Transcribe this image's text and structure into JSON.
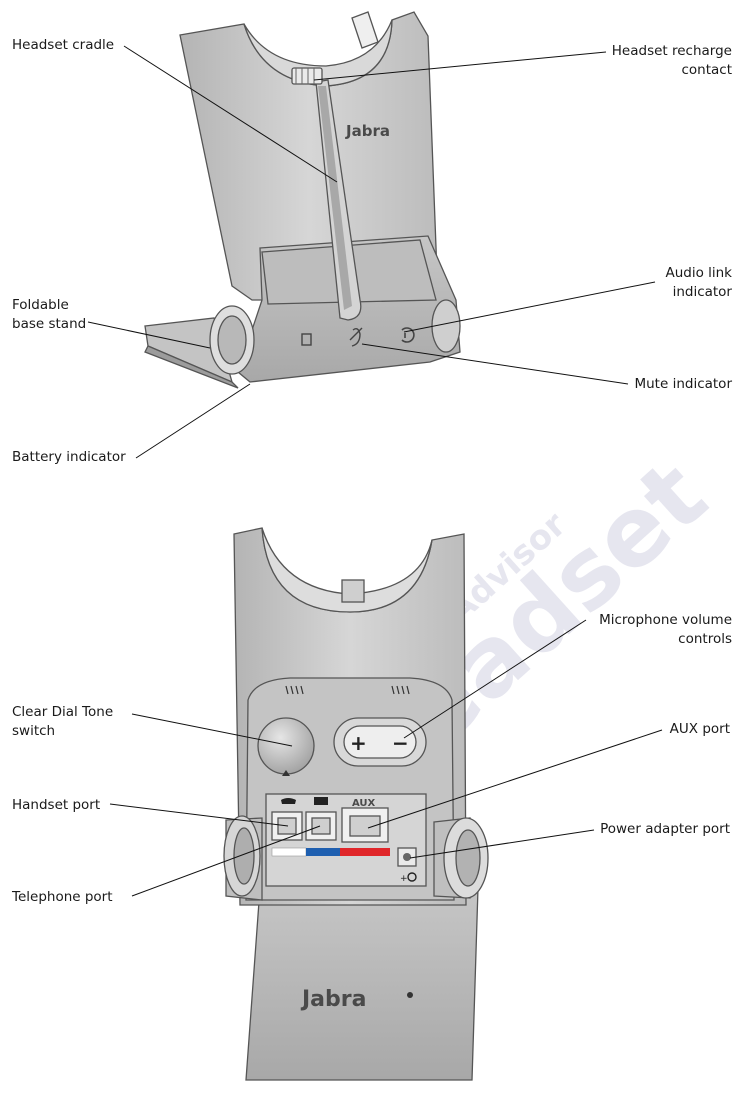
{
  "brand": "Jabra",
  "watermark": {
    "main": "Headset",
    "sub": "Advisor"
  },
  "port_labels": {
    "aux": "AUX"
  },
  "labels": {
    "headset_cradle": "Headset cradle",
    "headset_recharge_contact": [
      "Headset recharge",
      "contact"
    ],
    "foldable_base_stand": [
      "Foldable",
      "base stand"
    ],
    "audio_link_indicator": [
      "Audio link",
      "indicator"
    ],
    "mute_indicator": "Mute indicator",
    "battery_indicator": "Battery indicator",
    "microphone_volume_controls": [
      "Microphone volume",
      "controls"
    ],
    "clear_dial_tone_switch": [
      "Clear Dial Tone",
      "switch"
    ],
    "aux_port": "AUX port",
    "handset_port": "Handset port",
    "power_adapter_port": "Power adapter port",
    "telephone_port": "Telephone port"
  },
  "colors": {
    "blue_port_stripe": "#1f5fb0",
    "red_port_stripe": "#e0262a",
    "body_gray": "#c9c9c9"
  }
}
